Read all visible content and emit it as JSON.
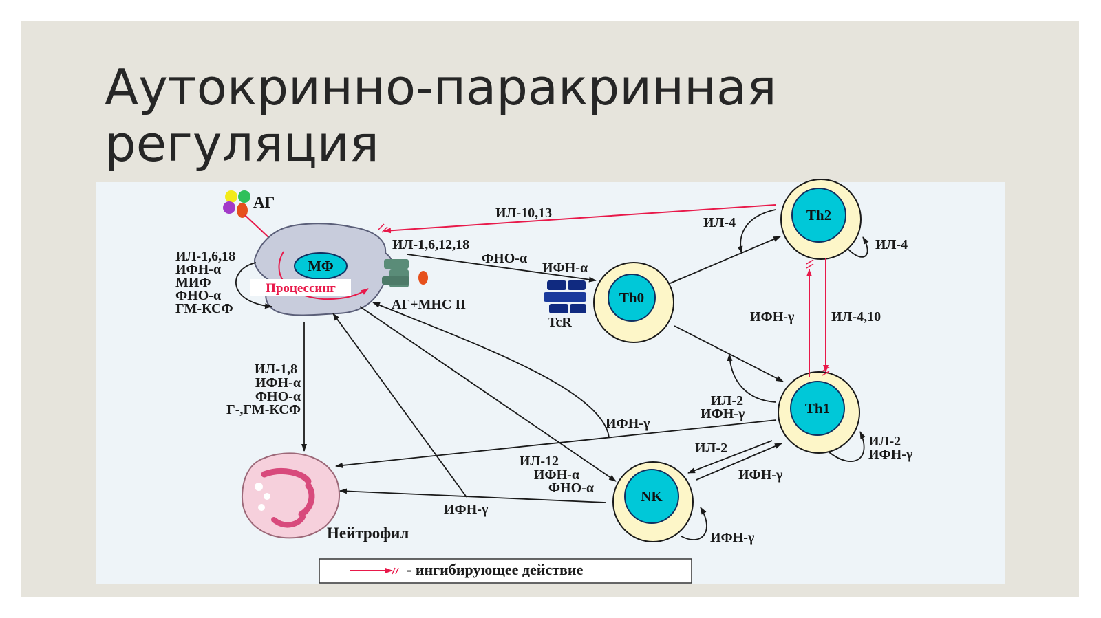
{
  "slide": {
    "title_line1": "Аутокринно-паракринная",
    "title_line2": "регуляция"
  },
  "diagram": {
    "cells": {
      "mf": "МФ",
      "th0": "Th0",
      "th1": "Th1",
      "th2": "Th2",
      "nk": "NK",
      "neutrophil": "Нейтрофил"
    },
    "antigen": "АГ",
    "processing": "Процессинг",
    "ag_mhc": "АГ+МНС II",
    "tcr": "TcR",
    "labels": {
      "mf_autocrine": [
        "ИЛ-1,6,18",
        "ИФН-α",
        "МИФ",
        "ФНО-α",
        "ГМ-КСФ"
      ],
      "mf_to_th0": [
        "ИЛ-1,6,12,18",
        "ФНО-α",
        "ИФН-α"
      ],
      "th2_to_mf": "ИЛ-10,13",
      "th2_autocrine_left": "ИЛ-4",
      "th2_autocrine_right": "ИЛ-4",
      "th1_to_th2": "ИФН-γ",
      "th2_to_th1": "ИЛ-4,10",
      "th1_autocrine_left": [
        "ИЛ-2",
        "ИФН-γ"
      ],
      "th1_autocrine_right": [
        "ИЛ-2",
        "ИФН-γ"
      ],
      "mf_to_neutrophil": [
        "ИЛ-1,8",
        "ИФН-α",
        "ФНО-α",
        "Г-,ГМ-КСФ"
      ],
      "th1_to_mf": "ИФН-γ",
      "mf_to_nk": [
        "ИЛ-12",
        "ИФН-α",
        "ФНО-α"
      ],
      "th1_to_nk": "ИЛ-2",
      "nk_to_th1": "ИФН-γ",
      "nk_to_neutrophil": "ИФН-γ",
      "nk_autocrine": "ИФН-γ"
    },
    "legend": "- ингибирующее действие"
  },
  "colors": {
    "slide_bg": "#e6e4dc",
    "panel_bg": "#eef4f8",
    "cell_fill": "#00c8d8",
    "cell_ring": "#fdf6c8",
    "inhibitory": "#e8194a",
    "arrow": "#1a1a1a",
    "macrophage": "#c8ccdc"
  }
}
